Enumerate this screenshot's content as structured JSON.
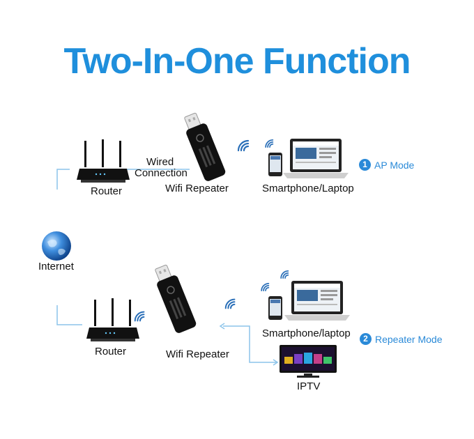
{
  "title": "Two-In-One Function",
  "internet_label": "Internet",
  "ap_mode": {
    "number": "1",
    "label": "AP Mode",
    "router_label": "Router",
    "wired_label_line1": "Wired",
    "wired_label_line2": "Connection",
    "repeater_label": "Wifi Repeater",
    "client_label": "Smartphone/Laptop"
  },
  "repeater_mode": {
    "number": "2",
    "label": "Repeater Mode",
    "router_label": "Router",
    "repeater_label": "Wifi Repeater",
    "client_label": "Smartphone/laptop",
    "iptv_label": "IPTV"
  },
  "colors": {
    "title": "#1f8fdc",
    "accent": "#2a8ad8",
    "line": "#8cc4ea",
    "device": "#111111"
  },
  "icons": [
    "globe-icon",
    "router-icon",
    "wifi-repeater-icon",
    "wifi-signal-icon",
    "laptop-icon",
    "smartphone-icon",
    "tv-icon"
  ]
}
